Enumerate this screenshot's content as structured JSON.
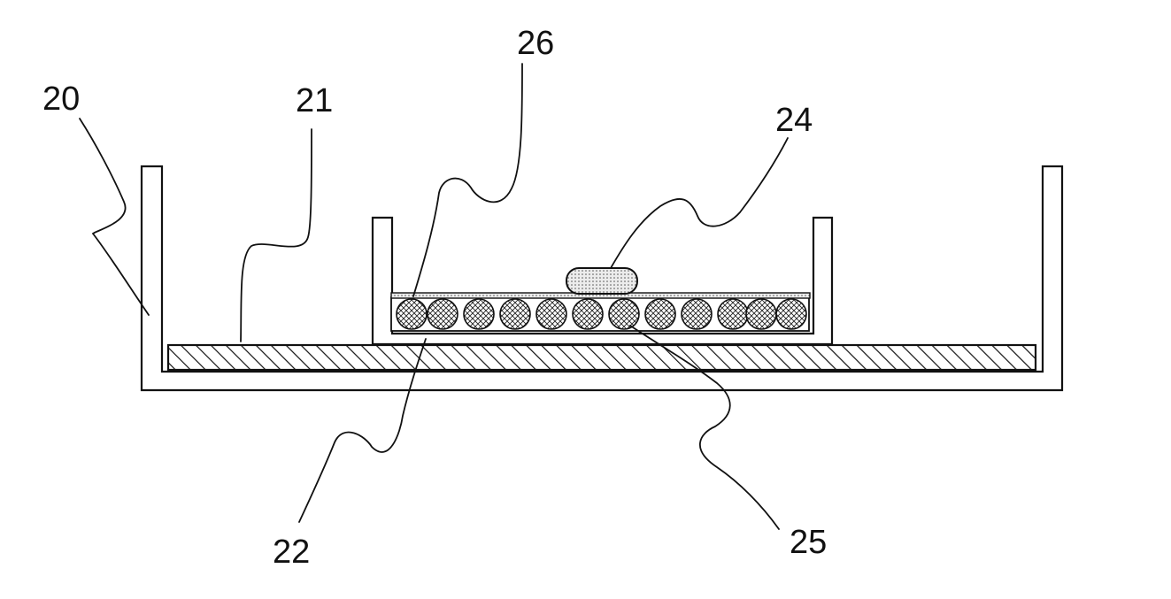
{
  "labels": {
    "outer_container": "20",
    "base_layer": "21",
    "inner_container": "22",
    "sample": "24",
    "beads": "25",
    "membrane": "26"
  },
  "colors": {
    "line": "#111111",
    "background": "#ffffff",
    "sample_fill": "#e8e8e8"
  }
}
